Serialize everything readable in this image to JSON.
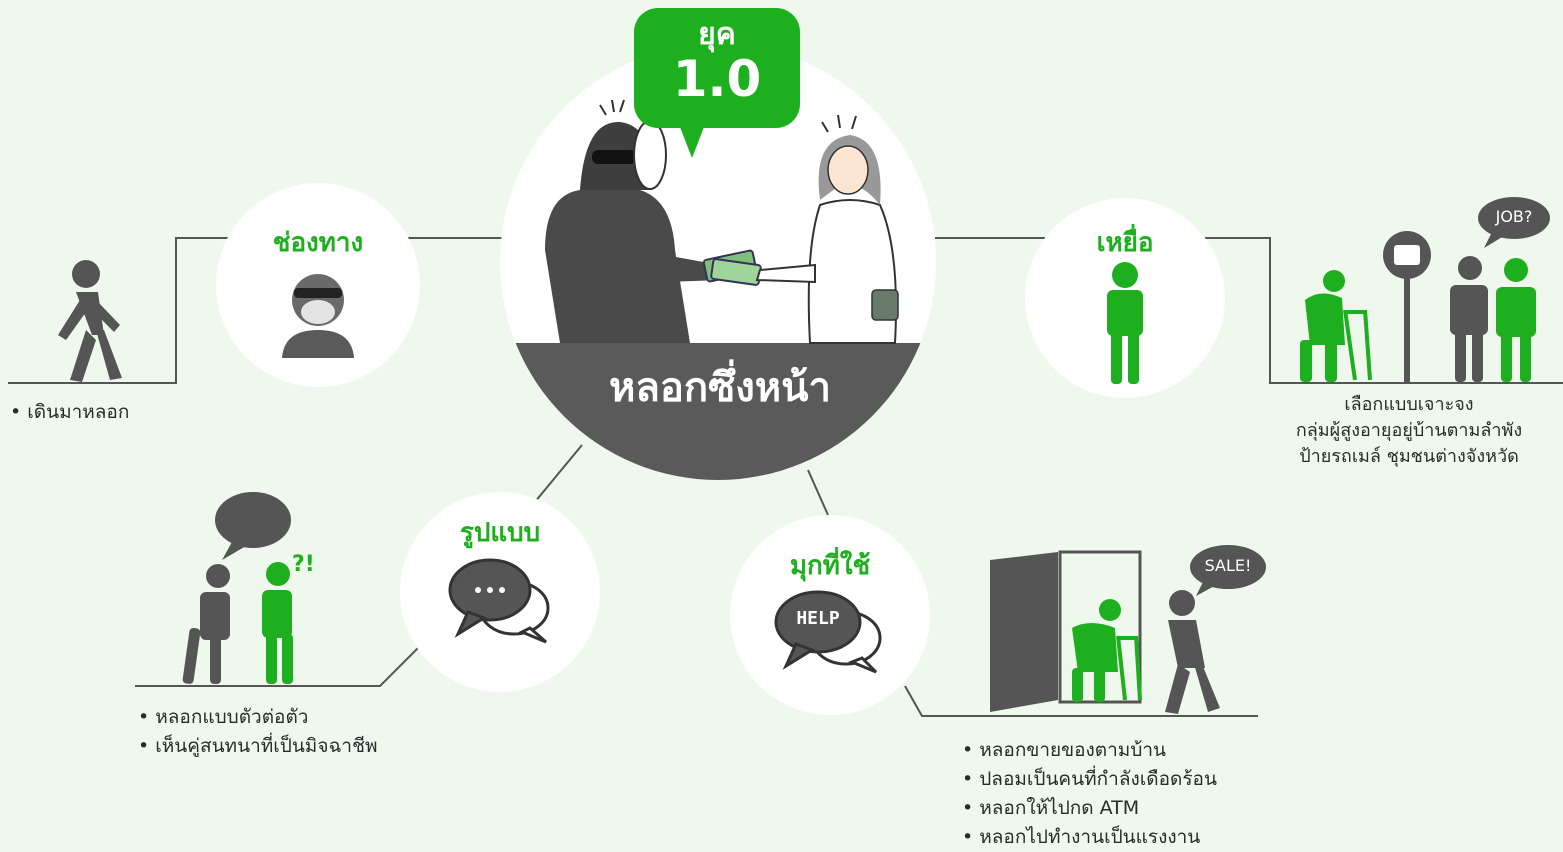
{
  "era": {
    "label": "ยุค",
    "number": "1.0"
  },
  "main_title": "หลอกซึ่งหน้า",
  "nodes": {
    "channel": {
      "title": "ช่องทาง",
      "items": [
        "เดินมาหลอก"
      ]
    },
    "victim": {
      "title": "เหยื่อ",
      "lines": [
        "เลือกแบบเจาะจง",
        "กลุ่มผู้สูงอายุอยู่บ้านตามลำพัง",
        "ป้ายรถเมล์ ชุมชนต่างจังหวัด"
      ],
      "speech": "JOB?"
    },
    "format": {
      "title": "รูปแบบ",
      "items": [
        "หลอกแบบตัวต่อตัว",
        "เห็นคู่สนทนาที่เป็นมิจฉาชีพ"
      ],
      "reaction": "?!"
    },
    "tricks": {
      "title": "มุกที่ใช้",
      "bubble_text": "HELP",
      "speech": "SALE!",
      "items": [
        "หลอกขายของตามบ้าน",
        "ปลอมเป็นคนที่กำลังเดือดร้อน",
        "หลอกให้ไปกด ATM",
        "หลอกไปทำงานเป็นแรงงาน"
      ]
    }
  },
  "colors": {
    "green": "#1eaf1e",
    "dark": "#555555",
    "background": "#eef8ec"
  }
}
